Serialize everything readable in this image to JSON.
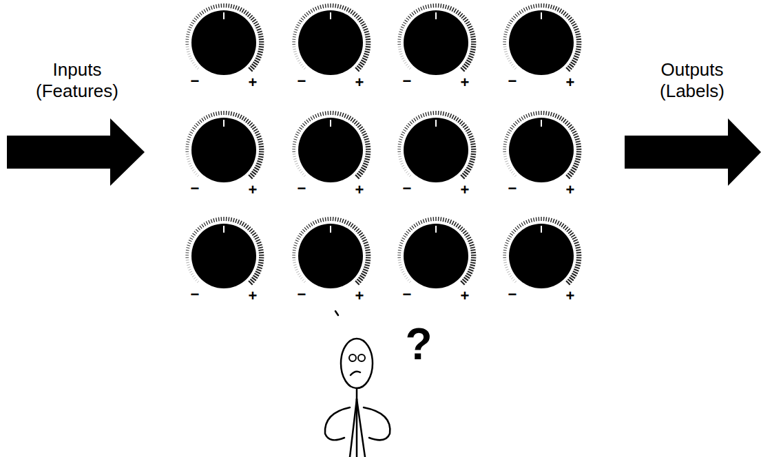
{
  "diagram": {
    "labels": [
      "Inputs (Features)",
      "Outputs (Labels)",
      "−",
      "+",
      "−",
      "+",
      "−",
      "+",
      "−",
      "+",
      "−",
      "+",
      "−",
      "+",
      "−",
      "+",
      "−",
      "+",
      "−",
      "+",
      "−",
      "+",
      "−",
      "+",
      "−",
      "+",
      "?"
    ]
  }
}
